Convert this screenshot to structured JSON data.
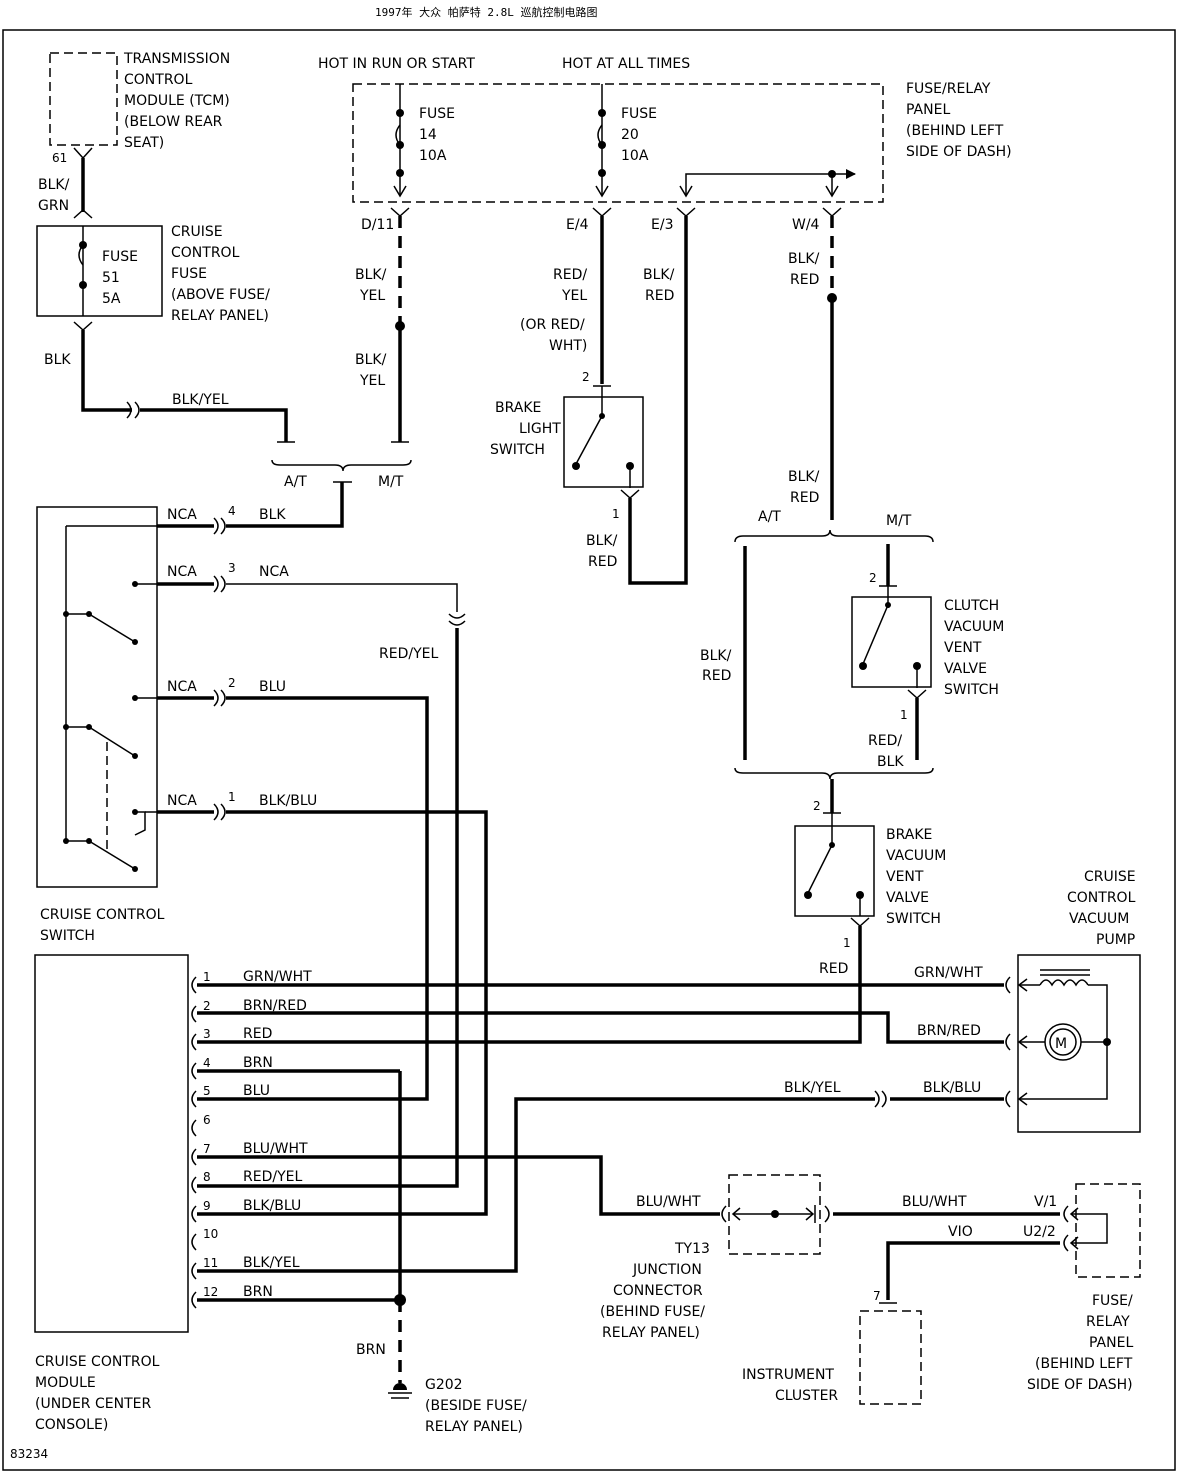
{
  "header": {
    "title": "1997年 大众 帕萨特 2.8L 巡航控制电路图"
  },
  "figure_number": "83234",
  "components": {
    "tcm": {
      "lines": [
        "TRANSMISSION",
        "CONTROL",
        "MODULE (TCM)",
        "(BELOW REAR",
        "SEAT)"
      ],
      "pin": "61"
    },
    "cruise_fuse": {
      "lines": [
        "CRUISE",
        "CONTROL",
        "FUSE",
        "(ABOVE FUSE/",
        "RELAY PANEL)"
      ],
      "fuse_lines": [
        "FUSE",
        "51",
        "5A"
      ]
    },
    "fuse_panel_top": {
      "lines": [
        "FUSE/RELAY",
        "PANEL",
        "(BEHIND LEFT",
        "SIDE OF DASH)"
      ]
    },
    "hot_run": "HOT IN RUN OR START",
    "hot_all": "HOT AT ALL TIMES",
    "fuse14": [
      "FUSE",
      "14",
      "10A"
    ],
    "fuse20": [
      "FUSE",
      "20",
      "10A"
    ],
    "brake_light_switch": [
      "BRAKE",
      "LIGHT",
      "SWITCH"
    ],
    "clutch_switch": [
      "CLUTCH",
      "VACUUM",
      "VENT",
      "VALVE",
      "SWITCH"
    ],
    "brake_vent_switch": [
      "BRAKE",
      "VACUUM",
      "VENT",
      "VALVE",
      "SWITCH"
    ],
    "cruise_switch": [
      "CRUISE CONTROL",
      "SWITCH"
    ],
    "cruise_module": [
      "CRUISE CONTROL",
      "MODULE",
      "(UNDER CENTER",
      "CONSOLE)"
    ],
    "vacuum_pump": [
      "CRUISE",
      "CONTROL",
      "VACUUM",
      "PUMP"
    ],
    "pump_motor": "M",
    "junction": [
      "TY13",
      "JUNCTION",
      "CONNECTOR",
      "(BEHIND FUSE/",
      "RELAY PANEL)"
    ],
    "cluster": [
      "INSTRUMENT",
      "CLUSTER"
    ],
    "fuse_panel_bottom": [
      "FUSE/",
      "RELAY",
      "PANEL",
      "(BEHIND LEFT",
      "SIDE OF DASH)"
    ],
    "ground": [
      "G202",
      "(BESIDE FUSE/",
      "RELAY PANEL)"
    ]
  },
  "labels": {
    "d11": "D/11",
    "e4": "E/4",
    "e3": "E/3",
    "w4": "W/4",
    "blk_grn": [
      "BLK/",
      "GRN"
    ],
    "blk": "BLK",
    "blk_yel_h": "BLK/YEL",
    "blk_yel_v1": [
      "BLK/",
      "YEL"
    ],
    "blk_yel_v2": [
      "BLK/",
      "YEL"
    ],
    "red_yel": [
      "RED/",
      "YEL"
    ],
    "or_red_wht": [
      "(OR RED/",
      "WHT)"
    ],
    "blk_red_e3": [
      "BLK/",
      "RED"
    ],
    "blk_red_w4": [
      "BLK/",
      "RED"
    ],
    "blk_red_w4b": [
      "BLK/",
      "RED"
    ],
    "blk_red_bls": [
      "BLK/",
      "RED"
    ],
    "blk_red_at": [
      "BLK/",
      "RED"
    ],
    "red_blk": [
      "RED/",
      "BLK"
    ],
    "at": "A/T",
    "mt": "M/T",
    "at2": "A/T",
    "mt2": "M/T",
    "pin2_bls": "2",
    "pin1_bls": "1",
    "pin2_clutch": "2",
    "pin1_clutch": "1",
    "pin2_bvv": "2",
    "pin1_bvv": "1",
    "red_bvv": "RED",
    "red_yel_wire": "RED/YEL",
    "brn_gnd": "BRN",
    "pin7_cluster": "7",
    "sw_pins": [
      {
        "nca": "NCA",
        "pin": "4",
        "wire": "BLK"
      },
      {
        "nca": "NCA",
        "pin": "3",
        "wire": "NCA"
      },
      {
        "nca": "NCA",
        "pin": "2",
        "wire": "BLU"
      },
      {
        "nca": "NCA",
        "pin": "1",
        "wire": "BLK/BLU"
      }
    ],
    "module_pins": [
      {
        "pin": "1",
        "wire": "GRN/WHT"
      },
      {
        "pin": "2",
        "wire": "BRN/RED"
      },
      {
        "pin": "3",
        "wire": "RED"
      },
      {
        "pin": "4",
        "wire": "BRN"
      },
      {
        "pin": "5",
        "wire": "BLU"
      },
      {
        "pin": "6",
        "wire": ""
      },
      {
        "pin": "7",
        "wire": "BLU/WHT"
      },
      {
        "pin": "8",
        "wire": "RED/YEL"
      },
      {
        "pin": "9",
        "wire": "BLK/BLU"
      },
      {
        "pin": "10",
        "wire": ""
      },
      {
        "pin": "11",
        "wire": "BLK/YEL"
      },
      {
        "pin": "12",
        "wire": "BRN"
      }
    ],
    "pump_grn_wht": "GRN/WHT",
    "pump_brn_red": "BRN/RED",
    "pump_blk_yel": "BLK/YEL",
    "pump_blk_blu": "BLK/BLU",
    "jc_blu_wht_l": "BLU/WHT",
    "jc_blu_wht_r": "BLU/WHT",
    "vio": "VIO",
    "v1": "V/1",
    "u22": "U2/2"
  }
}
